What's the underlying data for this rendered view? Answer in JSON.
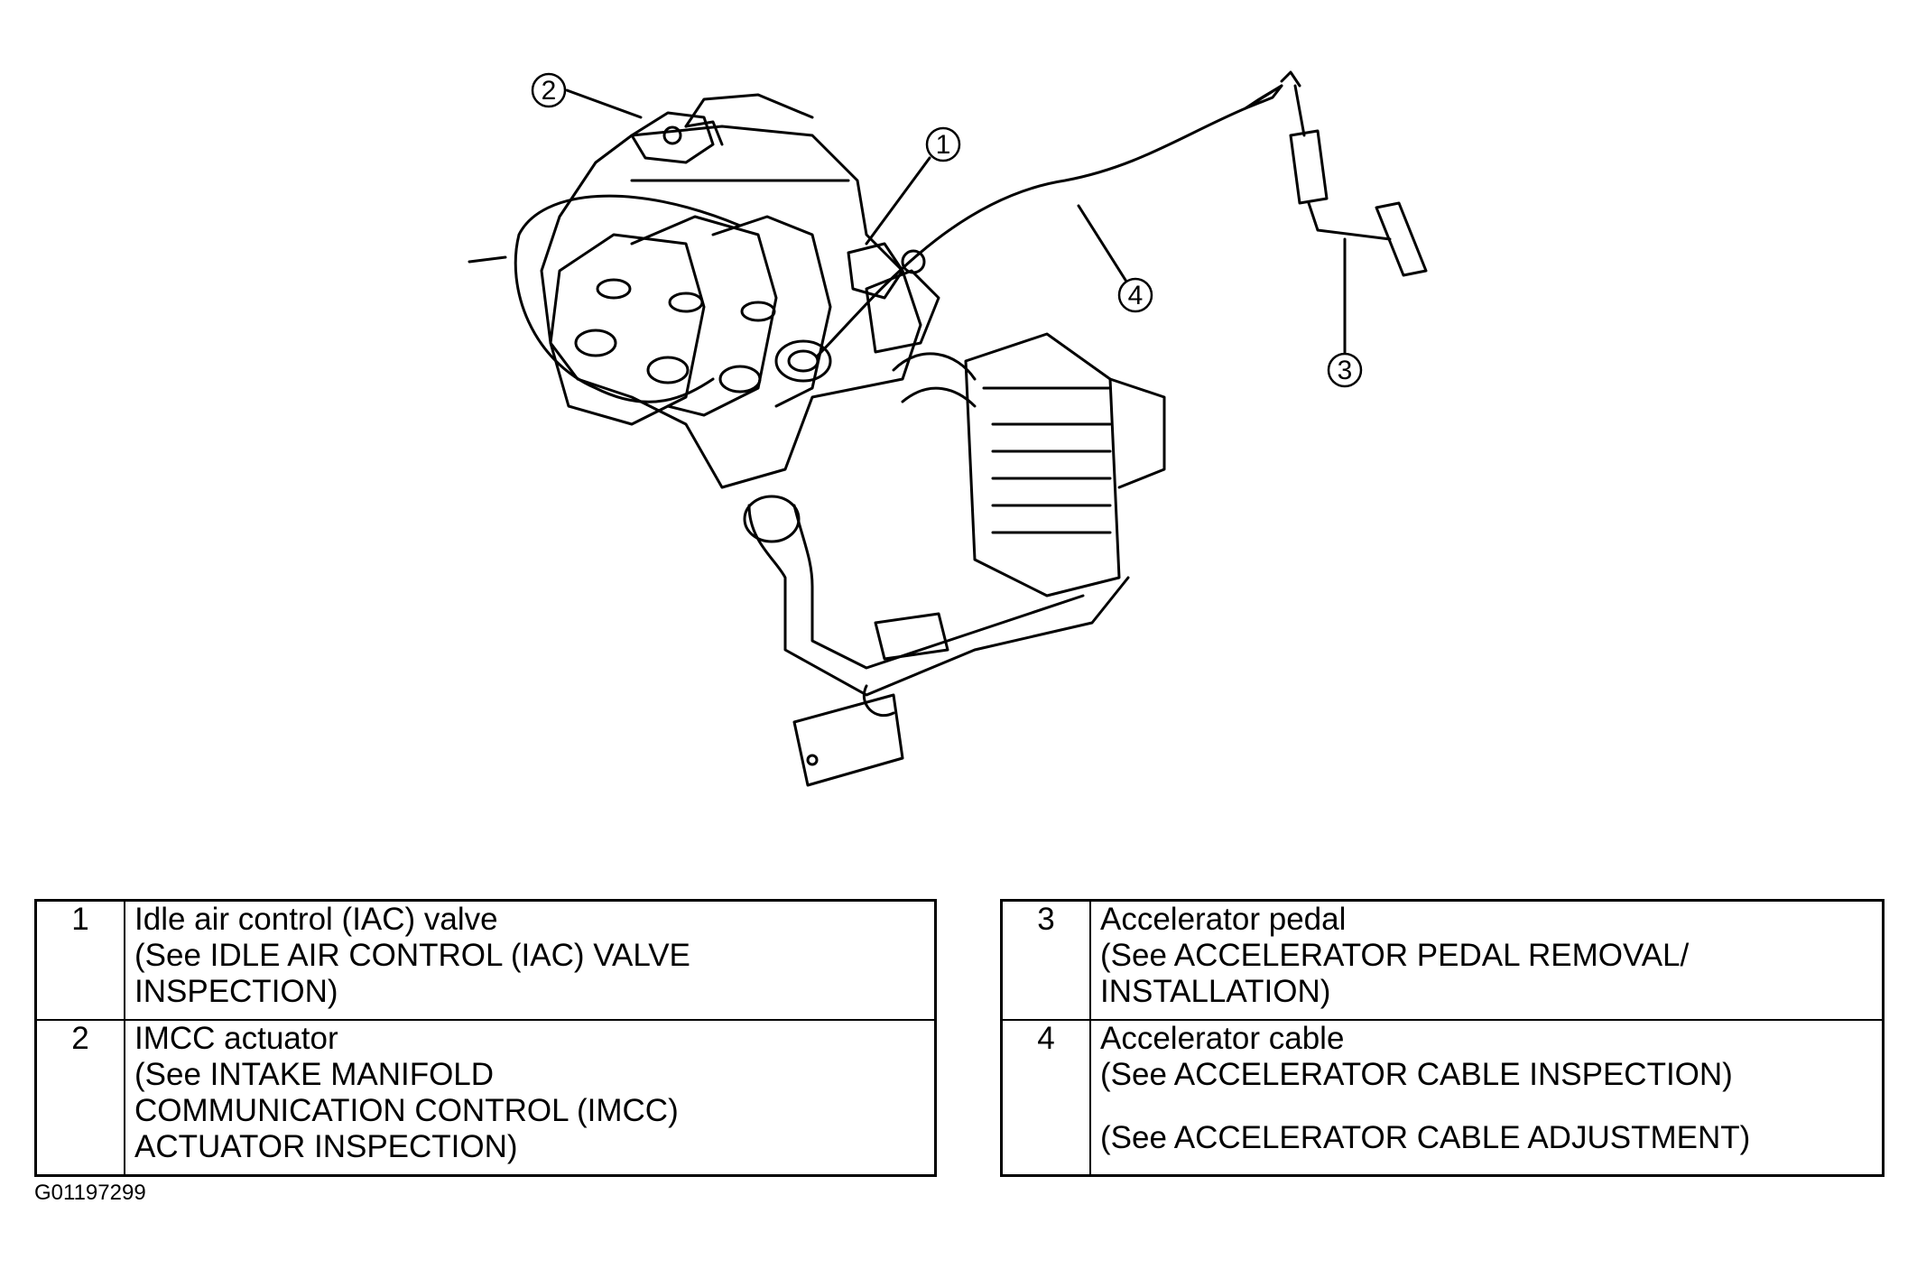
{
  "callouts": [
    "1",
    "2",
    "3",
    "4"
  ],
  "legend_left": [
    {
      "num": "1",
      "lines": [
        "Idle air control (IAC) valve",
        "(See IDLE AIR CONTROL (IAC) VALVE",
        "INSPECTION)"
      ]
    },
    {
      "num": "2",
      "lines": [
        "IMCC actuator",
        "(See INTAKE MANIFOLD",
        "COMMUNICATION CONTROL (IMCC)",
        "ACTUATOR INSPECTION)"
      ]
    }
  ],
  "legend_right": [
    {
      "num": "3",
      "lines": [
        "Accelerator pedal",
        "(See ACCELERATOR PEDAL REMOVAL/",
        "INSTALLATION)"
      ]
    },
    {
      "num": "4",
      "lines": [
        "Accelerator cable",
        "(See ACCELERATOR CABLE INSPECTION)",
        "",
        "(See ACCELERATOR CABLE ADJUSTMENT)"
      ]
    }
  ],
  "figure_id": "G01197299"
}
